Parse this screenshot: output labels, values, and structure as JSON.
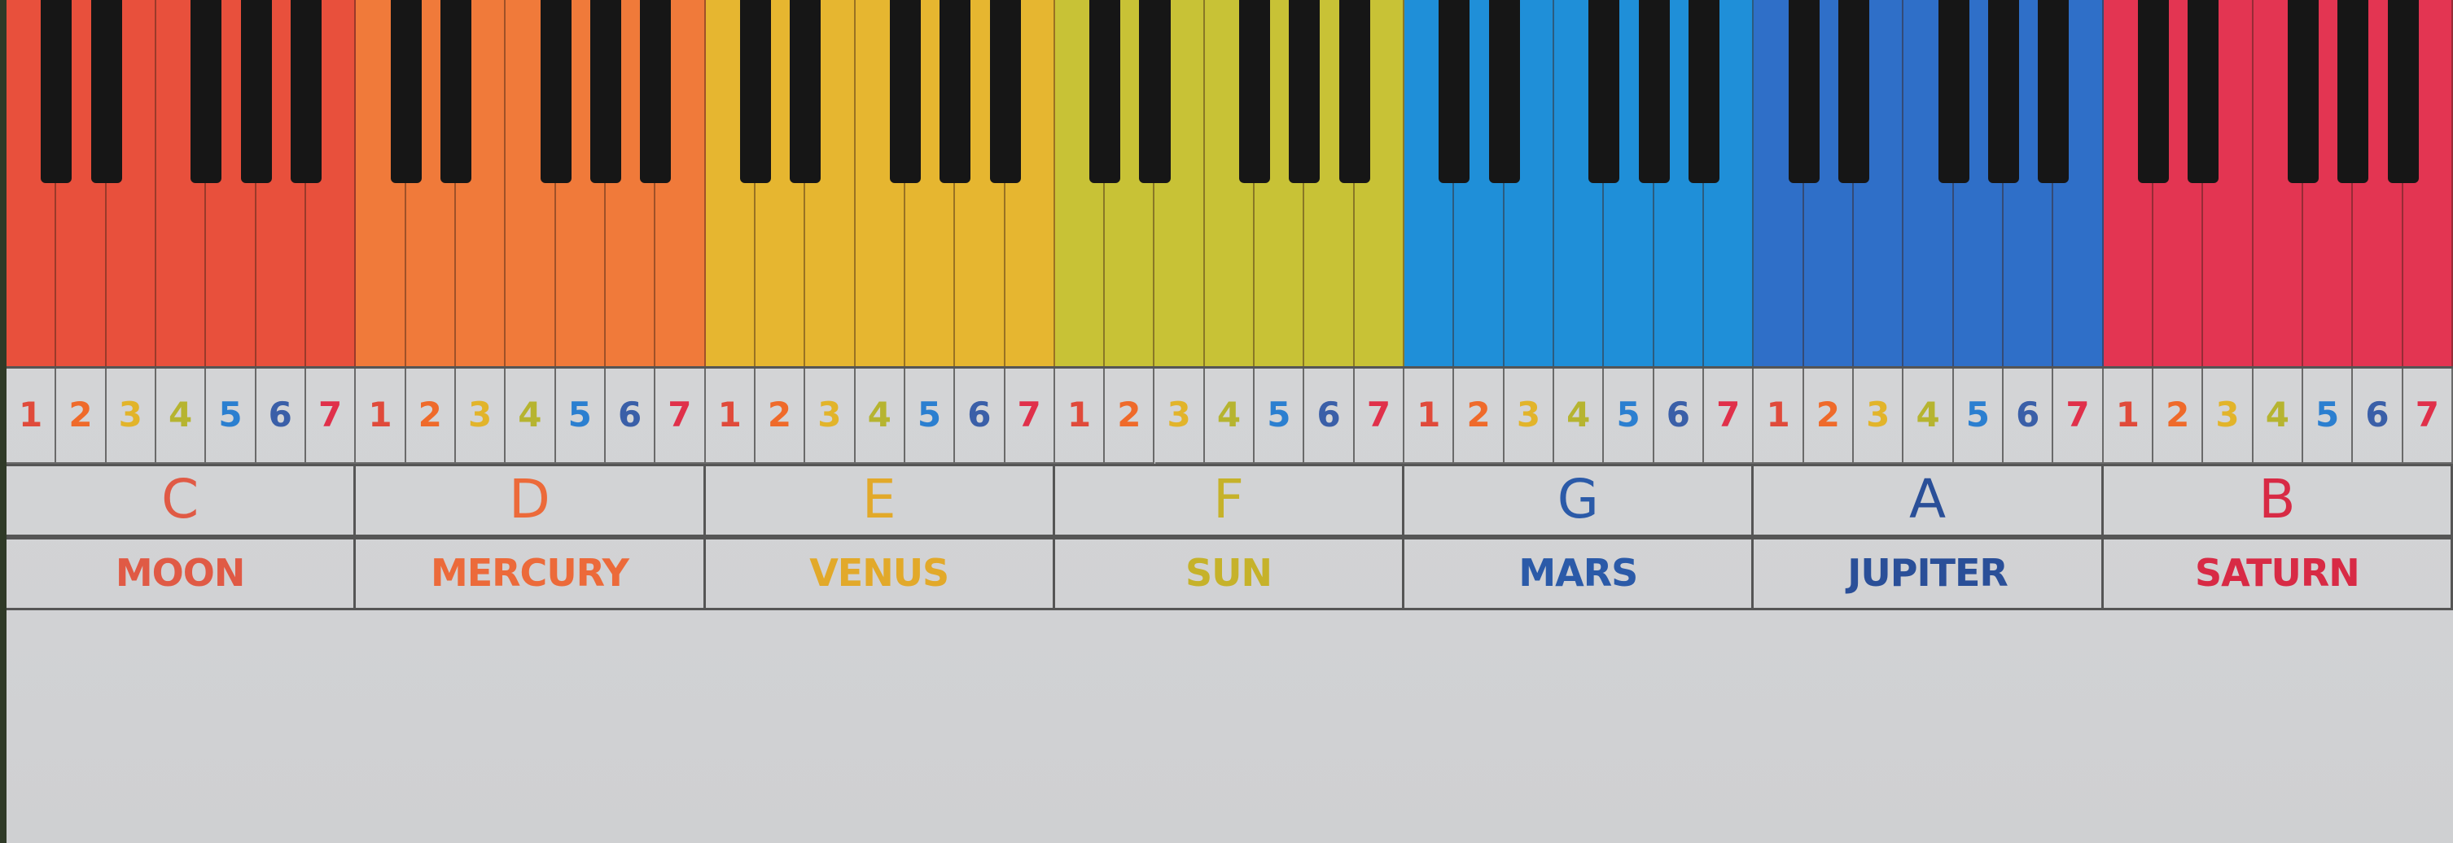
{
  "octaves": [
    {
      "note": "C",
      "planet": "MOON",
      "color": "#e8503c",
      "text_color": "#e05a45"
    },
    {
      "note": "D",
      "planet": "MERCURY",
      "color": "#f07a3a",
      "text_color": "#ec6a3a"
    },
    {
      "note": "E",
      "planet": "VENUS",
      "color": "#e6b630",
      "text_color": "#e2a92a"
    },
    {
      "note": "F",
      "planet": "SUN",
      "color": "#c8c236",
      "text_color": "#c6b22a"
    },
    {
      "note": "G",
      "planet": "MARS",
      "color": "#1f8fd8",
      "text_color": "#2b5aa8"
    },
    {
      "note": "A",
      "planet": "JUPITER",
      "color": "#2f6fc8",
      "text_color": "#2a4f98"
    },
    {
      "note": "B",
      "planet": "SATURN",
      "color": "#e33552",
      "text_color": "#d82a45"
    }
  ],
  "numbers": [
    "1",
    "2",
    "3",
    "4",
    "5",
    "6",
    "7"
  ],
  "number_colors": [
    "#e04a3a",
    "#ef6a2a",
    "#e2b42a",
    "#b6b430",
    "#2b7fd0",
    "#3a5fa8",
    "#e0304a"
  ]
}
